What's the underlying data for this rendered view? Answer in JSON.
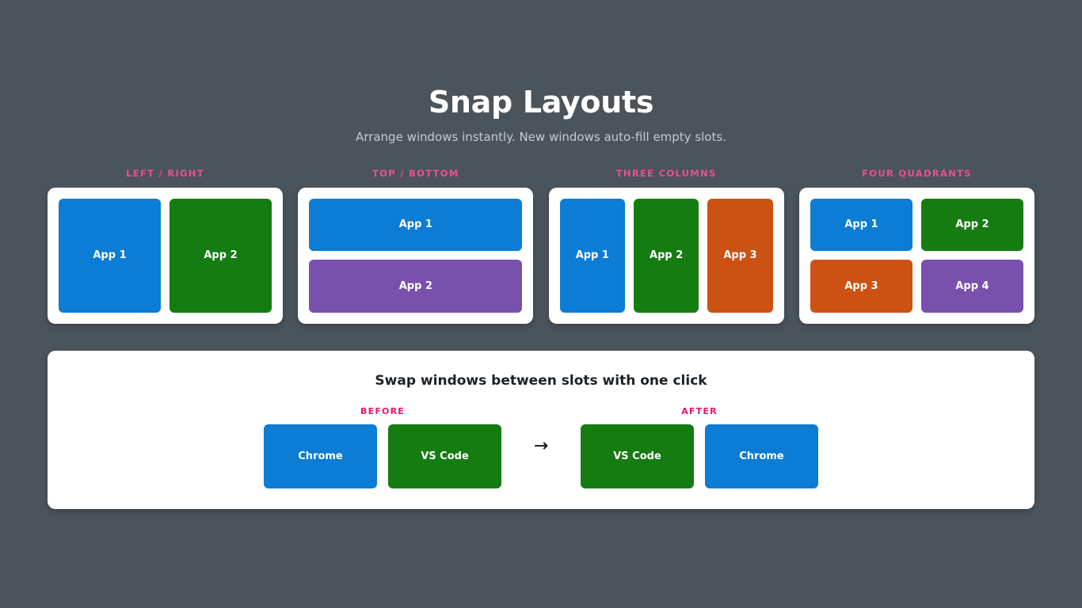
{
  "header": {
    "title": "Snap Layouts",
    "subtitle": "Arrange windows instantly. New windows auto-fill empty slots."
  },
  "colors": {
    "background": "#4b535b",
    "card": "#ffffff",
    "label_pink": "#ec4f91",
    "swap_label_pink": "#e8146f",
    "blue": "#0c7cd5",
    "green": "#157c12",
    "orange": "#cc5213",
    "purple": "#7950ae",
    "heading_text": "#1d2125",
    "subtitle_text": "#c3cad1"
  },
  "layouts": [
    {
      "label": "LEFT / RIGHT",
      "type": "left-right",
      "tiles": [
        {
          "label": "App 1",
          "color": "blue"
        },
        {
          "label": "App 2",
          "color": "green"
        }
      ]
    },
    {
      "label": "TOP / BOTTOM",
      "type": "top-bottom",
      "tiles": [
        {
          "label": "App 1",
          "color": "blue"
        },
        {
          "label": "App 2",
          "color": "purple"
        }
      ]
    },
    {
      "label": "THREE COLUMNS",
      "type": "three-columns",
      "tiles": [
        {
          "label": "App 1",
          "color": "blue"
        },
        {
          "label": "App 2",
          "color": "green"
        },
        {
          "label": "App 3",
          "color": "orange"
        }
      ]
    },
    {
      "label": "FOUR QUADRANTS",
      "type": "four-quadrants",
      "tiles": [
        {
          "label": "App 1",
          "color": "blue"
        },
        {
          "label": "App 2",
          "color": "green"
        },
        {
          "label": "App 3",
          "color": "orange"
        },
        {
          "label": "App 4",
          "color": "purple"
        }
      ]
    }
  ],
  "swap": {
    "heading": "Swap windows between slots with one click",
    "arrow_icon": "→",
    "before": {
      "label": "BEFORE",
      "tiles": [
        {
          "label": "Chrome",
          "color": "blue"
        },
        {
          "label": "VS Code",
          "color": "green"
        }
      ]
    },
    "after": {
      "label": "AFTER",
      "tiles": [
        {
          "label": "VS Code",
          "color": "green"
        },
        {
          "label": "Chrome",
          "color": "blue"
        }
      ]
    }
  }
}
